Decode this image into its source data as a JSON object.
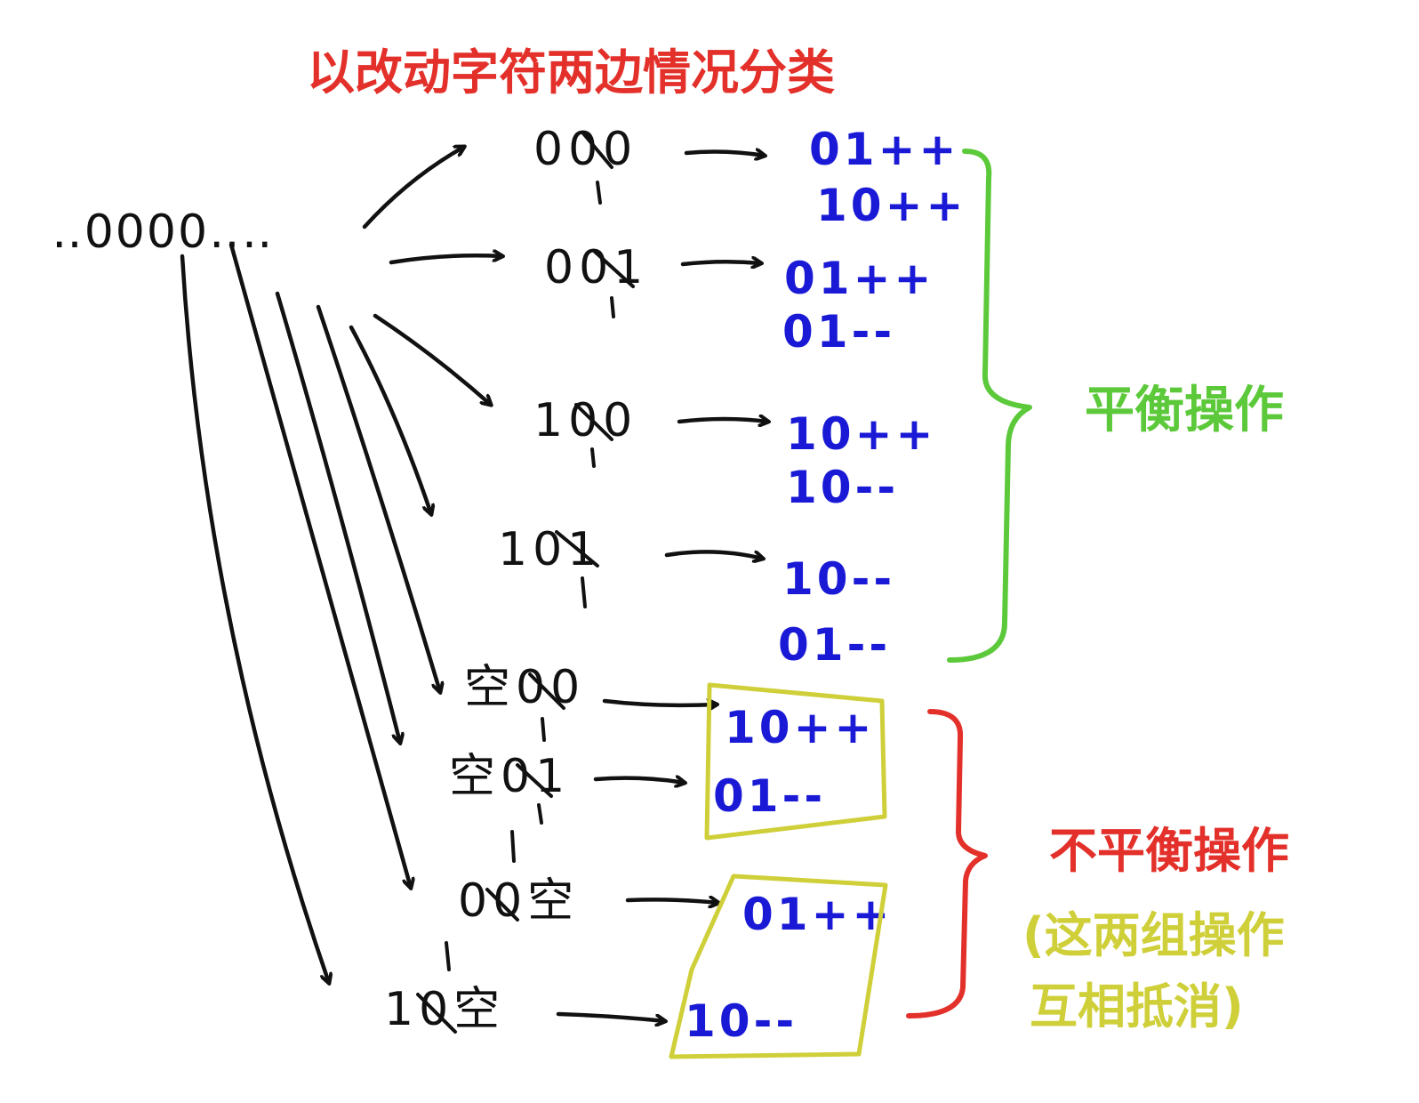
{
  "title": "以改动字符两边情况分类",
  "source": "‥0000‥‥",
  "cases": [
    {
      "text": "000",
      "results": [
        "01++",
        "10++"
      ]
    },
    {
      "text": "001",
      "results": [
        "01++",
        "01--"
      ]
    },
    {
      "text": "100",
      "results": [
        "10++",
        "10--"
      ]
    },
    {
      "text": "101",
      "results": [
        "10--",
        "01--"
      ]
    },
    {
      "text": "空00",
      "results": [
        "10++"
      ]
    },
    {
      "text": "空01",
      "results": [
        "01--"
      ]
    },
    {
      "text": "00空",
      "results": [
        "01++"
      ]
    },
    {
      "text": "10空",
      "results": [
        "10--"
      ]
    }
  ],
  "labels": {
    "balanced": "平衡操作",
    "unbalanced": "不平衡操作",
    "cancel_note_line1": "(这两组操作",
    "cancel_note_line2": "互相抵消)"
  },
  "colors": {
    "ink": "#111111",
    "results": "#1a1ad6",
    "title": "#e3302a",
    "balanced": "#5cc93a",
    "unbalanced": "#e3302a",
    "note": "#cfcf3a"
  }
}
